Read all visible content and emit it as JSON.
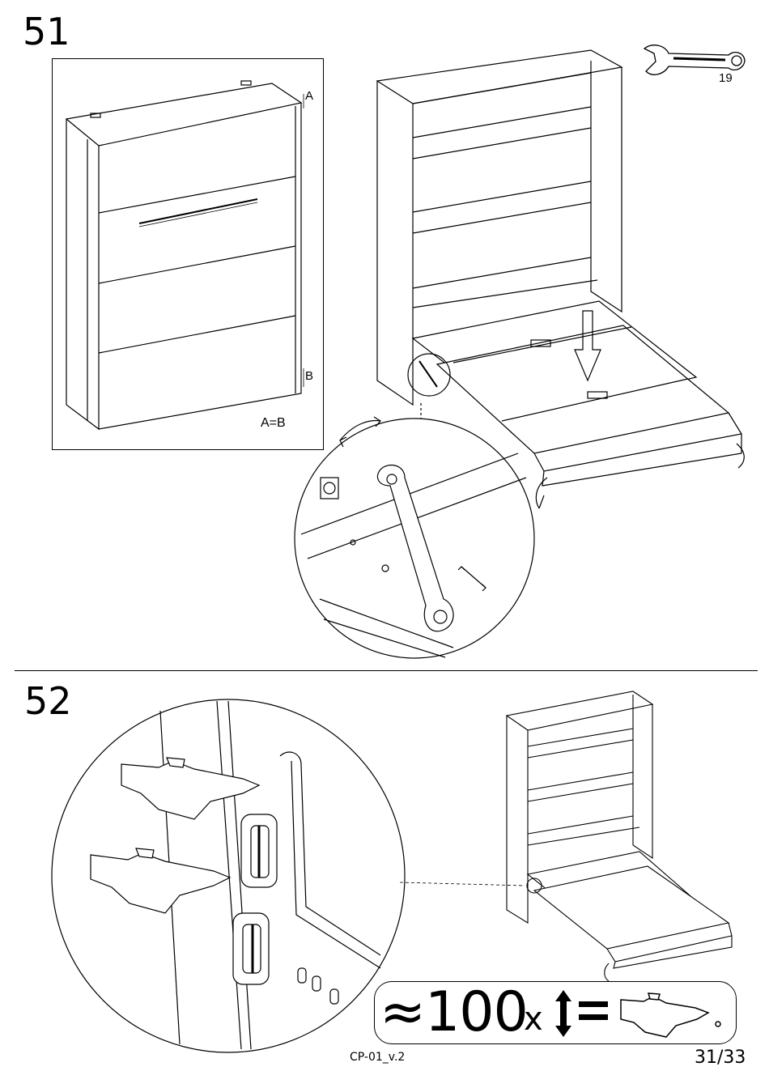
{
  "step51": {
    "number": "51",
    "label_a": "A",
    "label_b": "B",
    "equation": "A=B",
    "wrench_size": "19"
  },
  "step52": {
    "number": "52",
    "oil_count": "≈100",
    "oil_times": "x",
    "oil_equals": "="
  },
  "footer": {
    "doc_code": "CP-01_v.2",
    "page": "31/33"
  }
}
